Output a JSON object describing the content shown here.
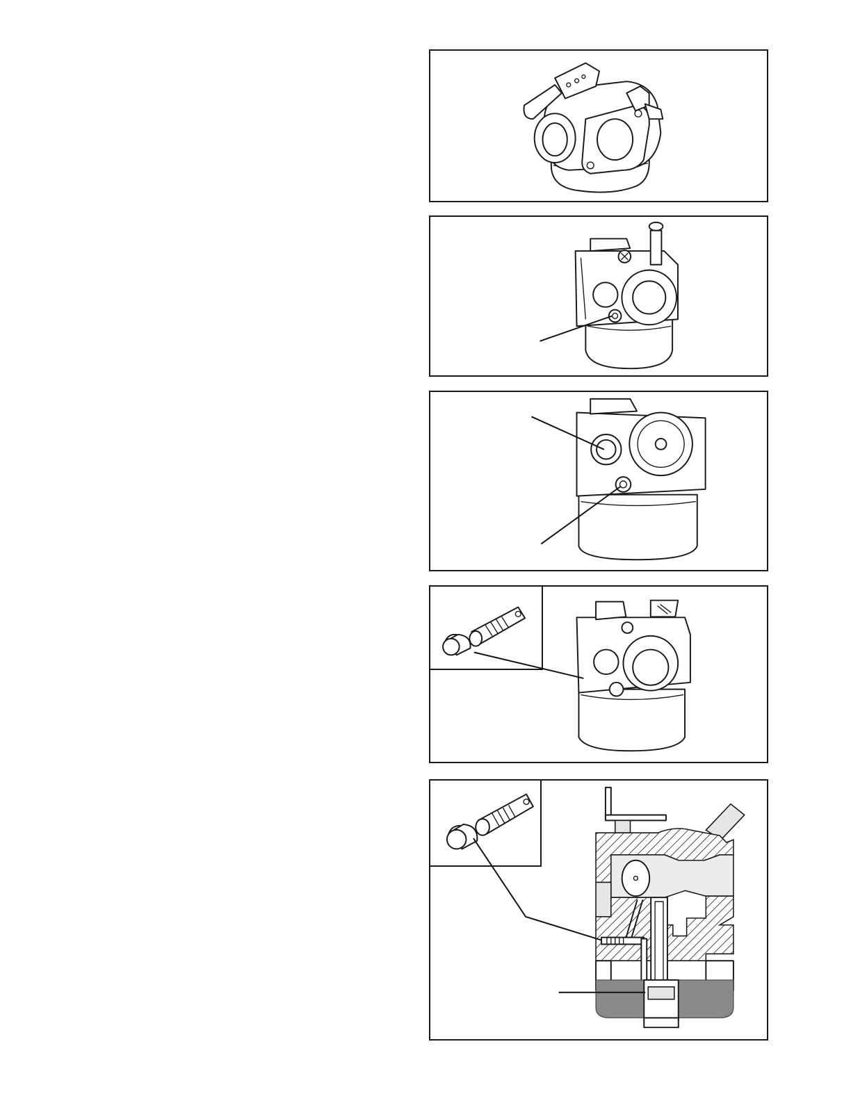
{
  "page": {
    "figures": [
      {
        "id": "carburetor-overview"
      },
      {
        "id": "carburetor-front-with-screw"
      },
      {
        "id": "carburetor-front-two-callouts"
      },
      {
        "id": "carburetor-with-jet-inset"
      },
      {
        "id": "carburetor-cutaway-with-jet-inset"
      }
    ]
  }
}
